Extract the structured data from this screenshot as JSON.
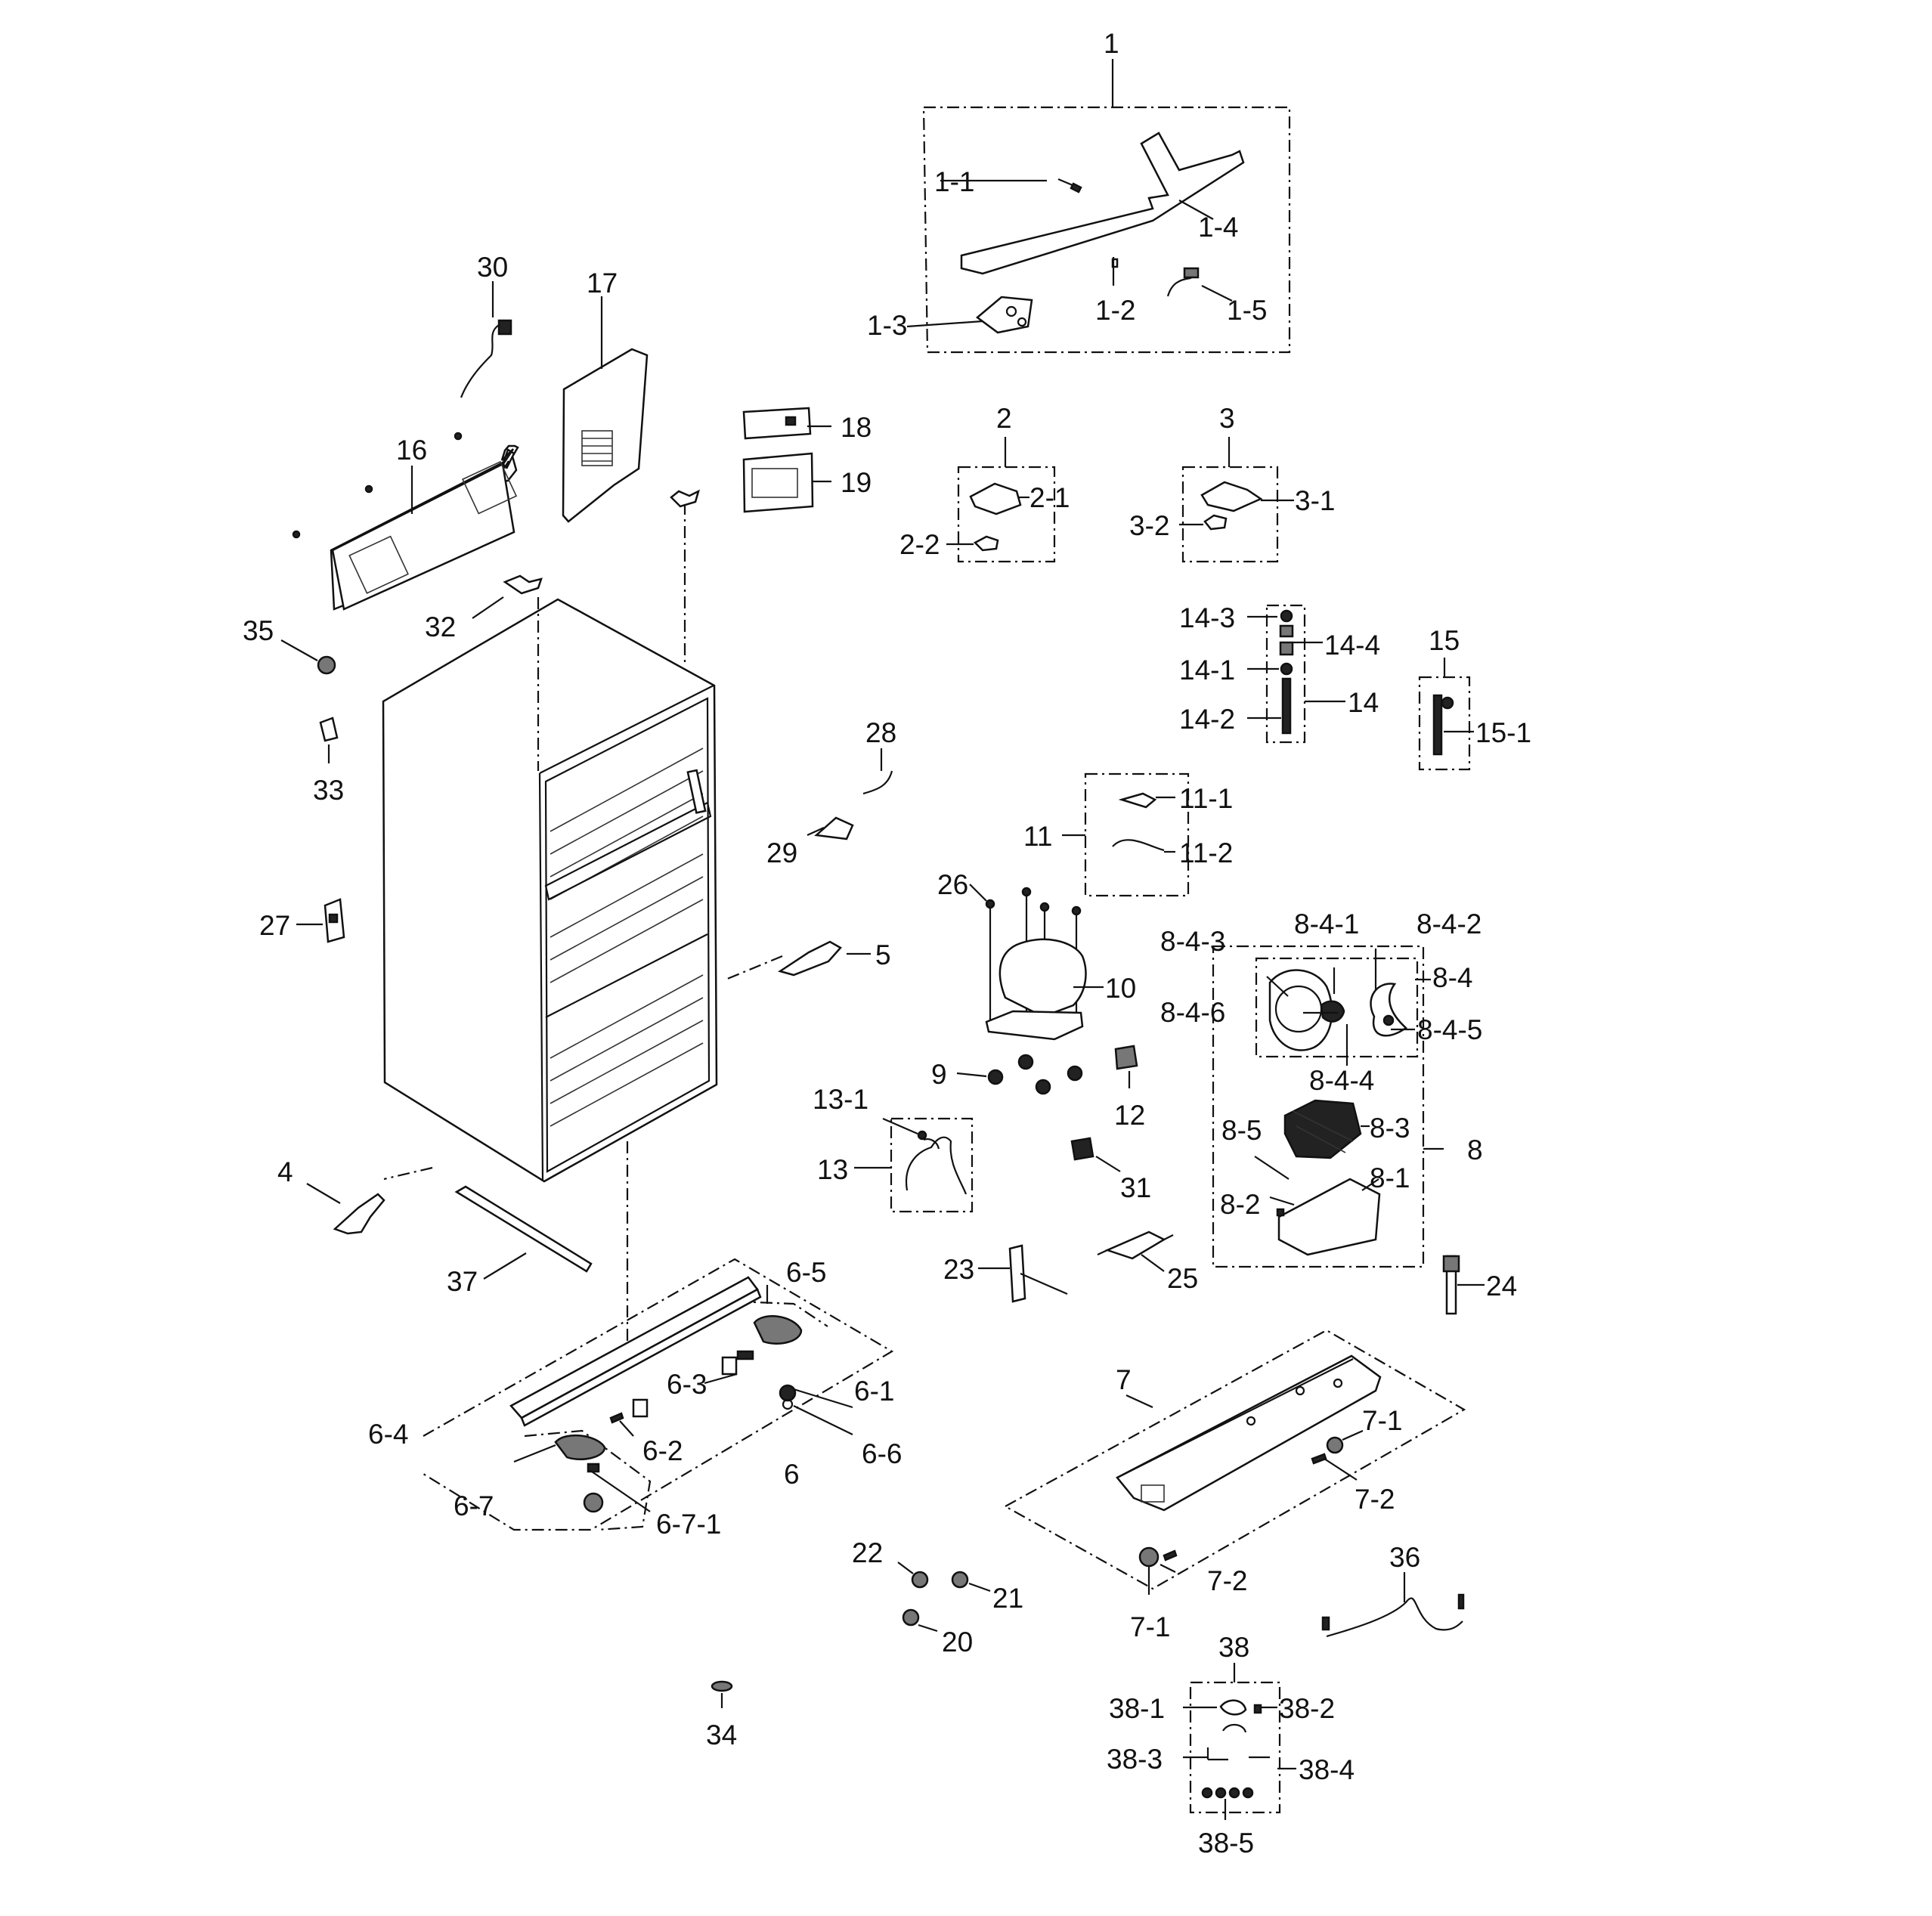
{
  "labels": {
    "p1": "1",
    "p1_1": "1-1",
    "p1_2": "1-2",
    "p1_3": "1-3",
    "p1_4": "1-4",
    "p1_5": "1-5",
    "p2": "2",
    "p2_1": "2-1",
    "p2_2": "2-2",
    "p3": "3",
    "p3_1": "3-1",
    "p3_2": "3-2",
    "p4": "4",
    "p5": "5",
    "p6": "6",
    "p6_1": "6-1",
    "p6_2": "6-2",
    "p6_3": "6-3",
    "p6_4": "6-4",
    "p6_5": "6-5",
    "p6_6": "6-6",
    "p6_7": "6-7",
    "p6_7_1": "6-7-1",
    "p7": "7",
    "p7_1a": "7-1",
    "p7_1b": "7-1",
    "p7_2a": "7-2",
    "p7_2b": "7-2",
    "p8": "8",
    "p8_1": "8-1",
    "p8_2": "8-2",
    "p8_3": "8-3",
    "p8_4": "8-4",
    "p8_4_1": "8-4-1",
    "p8_4_2": "8-4-2",
    "p8_4_3": "8-4-3",
    "p8_4_4": "8-4-4",
    "p8_4_5": "8-4-5",
    "p8_4_6": "8-4-6",
    "p8_5": "8-5",
    "p9": "9",
    "p10": "10",
    "p11": "11",
    "p11_1": "11-1",
    "p11_2": "11-2",
    "p12": "12",
    "p13": "13",
    "p13_1": "13-1",
    "p14": "14",
    "p14_1": "14-1",
    "p14_2": "14-2",
    "p14_3": "14-3",
    "p14_4": "14-4",
    "p15": "15",
    "p15_1": "15-1",
    "p16": "16",
    "p17": "17",
    "p18": "18",
    "p19": "19",
    "p20": "20",
    "p21": "21",
    "p22": "22",
    "p23": "23",
    "p24": "24",
    "p25": "25",
    "p26": "26",
    "p27": "27",
    "p28": "28",
    "p29": "29",
    "p30": "30",
    "p31": "31",
    "p32": "32",
    "p33": "33",
    "p34": "34",
    "p35": "35",
    "p36": "36",
    "p37": "37",
    "p38": "38",
    "p38_1": "38-1",
    "p38_2": "38-2",
    "p38_3": "38-3",
    "p38_4": "38-4",
    "p38_5": "38-5"
  }
}
